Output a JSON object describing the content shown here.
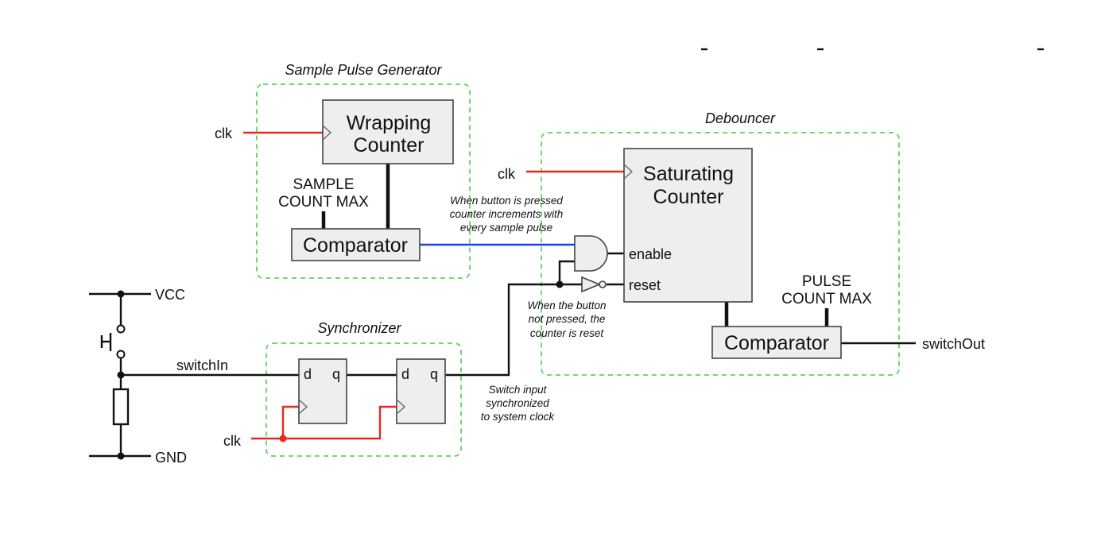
{
  "groups": {
    "sample_pulse_generator": "Sample Pulse Generator",
    "debouncer": "Debouncer",
    "synchronizer": "Synchronizer"
  },
  "blocks": {
    "wrapping_counter": [
      "Wrapping",
      "Counter"
    ],
    "comparator_sample": "Comparator",
    "saturating_counter": [
      "Saturating",
      "Counter"
    ],
    "comparator_pulse": "Comparator",
    "ff1_d": "d",
    "ff1_q": "q",
    "ff2_d": "d",
    "ff2_q": "q"
  },
  "ports": {
    "enable": "enable",
    "reset": "reset"
  },
  "labels": {
    "clk": "clk",
    "sample_count_max": [
      "SAMPLE",
      "COUNT MAX"
    ],
    "pulse_count_max": [
      "PULSE",
      "COUNT MAX"
    ],
    "vcc": "VCC",
    "gnd": "GND",
    "switch_in": "switchIn",
    "switch_out": "switchOut"
  },
  "notes": {
    "increment": [
      "When button is pressed",
      "counter increments with",
      "every sample pulse"
    ],
    "reset": [
      "When the button",
      "not pressed, the",
      "counter is reset"
    ],
    "sync": [
      "Switch input",
      "synchronized",
      "to system clock"
    ]
  },
  "colors": {
    "clock_wire": "#e8281e",
    "sample_pulse_wire": "#1f3fe0",
    "group_border": "#59d659",
    "block_fill": "#eeeeee"
  }
}
